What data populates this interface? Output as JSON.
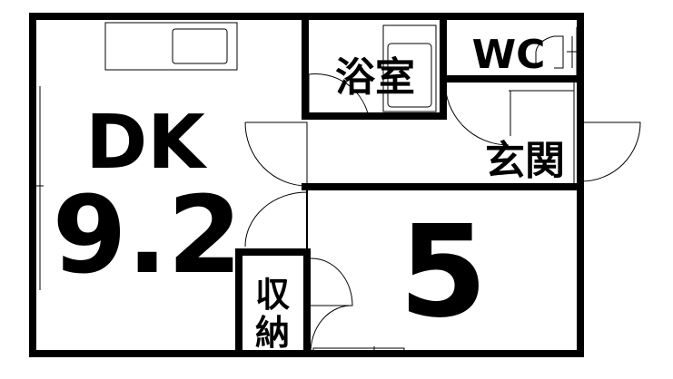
{
  "rooms": {
    "dk": {
      "label": "DK",
      "size": "9.2"
    },
    "bath": {
      "label": "浴室"
    },
    "wc": {
      "label": "WC"
    },
    "entrance": {
      "label": "玄関"
    },
    "closet": {
      "label_top": "収",
      "label_bottom": "納"
    },
    "bedroom": {
      "size": "5"
    }
  }
}
